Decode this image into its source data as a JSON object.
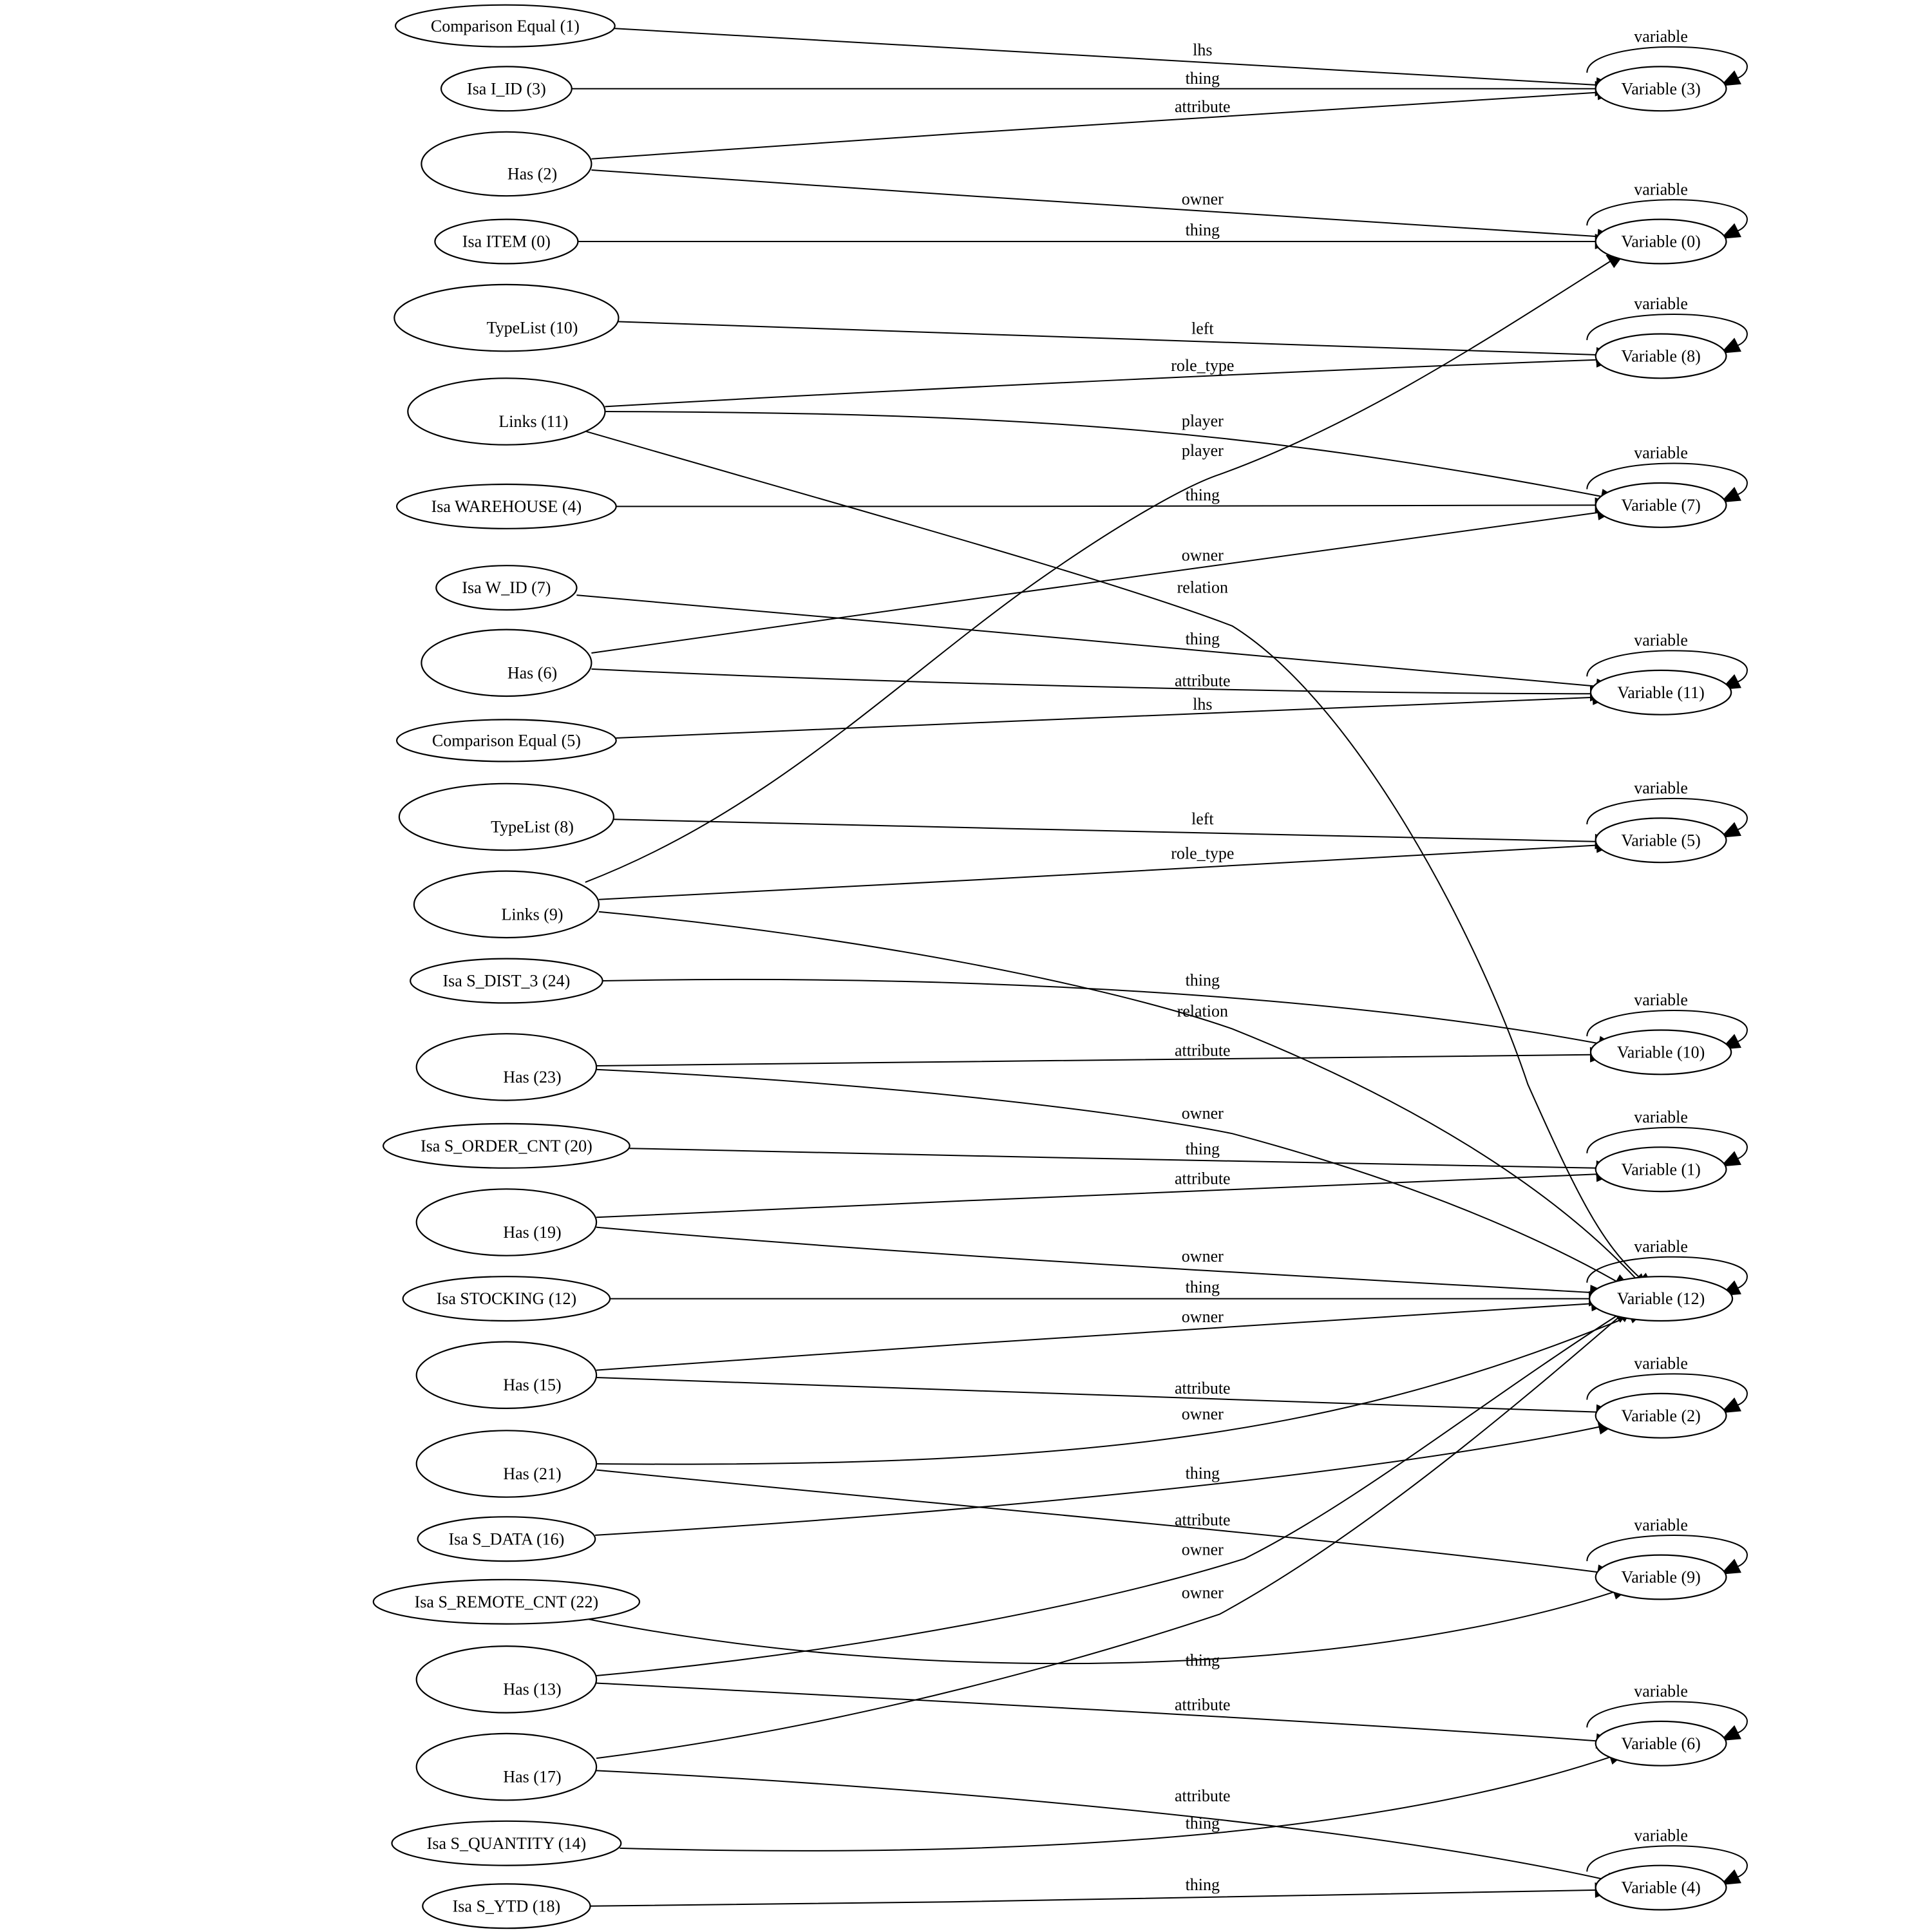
{
  "nodes": {
    "ce1": "Comparison Equal (1)",
    "isa_iid3": "Isa I_ID (3)",
    "has2": "Has (2)",
    "isa_item0": "Isa ITEM (0)",
    "tl10": "TypeList (10)",
    "links11": "Links (11)",
    "isa_wh4": "Isa WAREHOUSE (4)",
    "isa_wid7": "Isa W_ID (7)",
    "has6": "Has (6)",
    "ce5": "Comparison Equal (5)",
    "tl8": "TypeList (8)",
    "links9": "Links (9)",
    "isa_sd3": "Isa S_DIST_3 (24)",
    "has23": "Has (23)",
    "isa_soc": "Isa S_ORDER_CNT (20)",
    "has19": "Has (19)",
    "isa_stock": "Isa STOCKING (12)",
    "has15": "Has (15)",
    "has21": "Has (21)",
    "isa_sdata": "Isa S_DATA (16)",
    "isa_src": "Isa S_REMOTE_CNT (22)",
    "has13": "Has (13)",
    "has17": "Has (17)",
    "isa_sq": "Isa S_QUANTITY (14)",
    "isa_sytd": "Isa S_YTD (18)",
    "v3": "Variable (3)",
    "v0": "Variable (0)",
    "v8": "Variable (8)",
    "v7": "Variable (7)",
    "v11": "Variable (11)",
    "v5": "Variable (5)",
    "v10": "Variable (10)",
    "v1": "Variable (1)",
    "v12": "Variable (12)",
    "v2": "Variable (2)",
    "v9": "Variable (9)",
    "v6": "Variable (6)",
    "v4": "Variable (4)"
  },
  "edges": [
    {
      "from": "ce1",
      "to": "v3",
      "label": "lhs"
    },
    {
      "from": "isa_iid3",
      "to": "v3",
      "label": "thing"
    },
    {
      "from": "has2",
      "to": "v3",
      "label": "attribute"
    },
    {
      "from": "has2",
      "to": "v0",
      "label": "owner"
    },
    {
      "from": "isa_item0",
      "to": "v0",
      "label": "thing"
    },
    {
      "from": "tl10",
      "to": "v8",
      "label": "left"
    },
    {
      "from": "links11",
      "to": "v8",
      "label": "role_type"
    },
    {
      "from": "links11",
      "to": "v7",
      "label": "player"
    },
    {
      "from": "links9",
      "to": "v0",
      "label": "player"
    },
    {
      "from": "isa_wh4",
      "to": "v7",
      "label": "thing"
    },
    {
      "from": "has6",
      "to": "v7",
      "label": "owner"
    },
    {
      "from": "links11",
      "to": "v12",
      "label": "relation"
    },
    {
      "from": "isa_wid7",
      "to": "v11",
      "label": "thing"
    },
    {
      "from": "has6",
      "to": "v11",
      "label": "attribute"
    },
    {
      "from": "ce5",
      "to": "v11",
      "label": "lhs"
    },
    {
      "from": "tl8",
      "to": "v5",
      "label": "left"
    },
    {
      "from": "links9",
      "to": "v5",
      "label": "role_type"
    },
    {
      "from": "isa_sd3",
      "to": "v10",
      "label": "thing"
    },
    {
      "from": "links9",
      "to": "v12",
      "label": "relation"
    },
    {
      "from": "has23",
      "to": "v10",
      "label": "attribute"
    },
    {
      "from": "has23",
      "to": "v12",
      "label": "owner"
    },
    {
      "from": "isa_soc",
      "to": "v1",
      "label": "thing"
    },
    {
      "from": "has19",
      "to": "v1",
      "label": "attribute"
    },
    {
      "from": "has19",
      "to": "v12",
      "label": "owner"
    },
    {
      "from": "isa_stock",
      "to": "v12",
      "label": "thing"
    },
    {
      "from": "has15",
      "to": "v12",
      "label": "owner"
    },
    {
      "from": "has15",
      "to": "v2",
      "label": "attribute"
    },
    {
      "from": "has21",
      "to": "v12",
      "label": "owner"
    },
    {
      "from": "isa_sdata",
      "to": "v2",
      "label": "thing"
    },
    {
      "from": "has21",
      "to": "v9",
      "label": "attribute"
    },
    {
      "from": "has13",
      "to": "v12",
      "label": "owner"
    },
    {
      "from": "has17",
      "to": "v12",
      "label": "owner"
    },
    {
      "from": "isa_src",
      "to": "v9",
      "label": "thing"
    },
    {
      "from": "has13",
      "to": "v6",
      "label": "attribute"
    },
    {
      "from": "has17",
      "to": "v4",
      "label": "attribute"
    },
    {
      "from": "isa_sq",
      "to": "v6",
      "label": "thing"
    },
    {
      "from": "isa_sytd",
      "to": "v4",
      "label": "thing"
    }
  ],
  "self_loops": [
    {
      "node": "v3",
      "label": "variable"
    },
    {
      "node": "v0",
      "label": "variable"
    },
    {
      "node": "v8",
      "label": "variable"
    },
    {
      "node": "v7",
      "label": "variable"
    },
    {
      "node": "v11",
      "label": "variable"
    },
    {
      "node": "v5",
      "label": "variable"
    },
    {
      "node": "v10",
      "label": "variable"
    },
    {
      "node": "v1",
      "label": "variable"
    },
    {
      "node": "v12",
      "label": "variable"
    },
    {
      "node": "v2",
      "label": "variable"
    },
    {
      "node": "v9",
      "label": "variable"
    },
    {
      "node": "v6",
      "label": "variable"
    },
    {
      "node": "v4",
      "label": "variable"
    }
  ]
}
